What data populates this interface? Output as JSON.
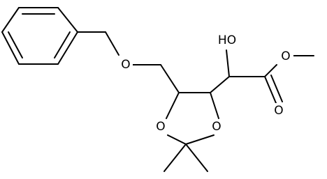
{
  "structure": {
    "atom_labels": {
      "ether_oxygen": "O",
      "hydroxyl": "HO",
      "ester_oxygen": "O",
      "carbonyl_oxygen": "O",
      "ring_oxygen_left": "O",
      "ring_oxygen_right": "O"
    },
    "colors": {
      "bond": "#000000",
      "label": "#000000",
      "background": "#ffffff"
    }
  }
}
